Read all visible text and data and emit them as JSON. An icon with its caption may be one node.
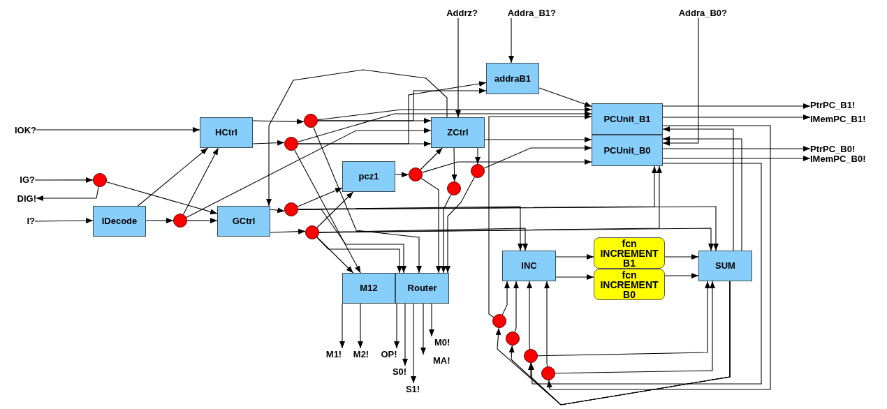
{
  "diagram": {
    "nodes": [
      {
        "text": [
          "IOK?"
        ]
      },
      {
        "text": [
          "IG?"
        ]
      },
      {
        "text": [
          "DIG!"
        ]
      },
      {
        "text": [
          "I?"
        ]
      },
      {
        "text": [
          "Addrz?"
        ]
      },
      {
        "text": [
          "Addra_B1?"
        ]
      },
      {
        "text": [
          "Addra_B0?"
        ]
      },
      {
        "text": [
          "HCtrl"
        ]
      },
      {
        "text": [
          "IDecode"
        ]
      },
      {
        "text": [
          "GCtrl"
        ]
      },
      {
        "text": [
          "addraB1"
        ]
      },
      {
        "text": [
          "ZCtrl"
        ]
      },
      {
        "text": [
          "pcz1"
        ]
      },
      {
        "text": [
          "PCUnit_B1"
        ]
      },
      {
        "text": [
          "PCUnit_B0"
        ]
      },
      {
        "text": [
          "M12"
        ]
      },
      {
        "text": [
          "Router"
        ]
      },
      {
        "text": [
          "INC"
        ]
      },
      {
        "text": [
          "fcn INCREMENT B1"
        ]
      },
      {
        "text": [
          "fcn INCREMENT B0"
        ]
      },
      {
        "text": [
          "SUM"
        ]
      },
      {
        "text": [
          "PtrPC_B1!"
        ]
      },
      {
        "text": [
          "IMemPC_B1!"
        ]
      },
      {
        "text": [
          "PtrPC_B0!"
        ]
      },
      {
        "text": [
          "IMemPC_B0!"
        ]
      },
      {
        "text": [
          "M1!"
        ]
      },
      {
        "text": [
          "M2!"
        ]
      },
      {
        "text": [
          "OP!"
        ]
      },
      {
        "text": [
          "S0!"
        ]
      },
      {
        "text": [
          "S1!"
        ]
      },
      {
        "text": [
          "MA!"
        ]
      },
      {
        "text": [
          "M0!"
        ]
      },
      {
        "text": [],
        "shape": "circle"
      },
      {
        "text": [],
        "shape": "circle"
      },
      {
        "text": [],
        "shape": "circle"
      },
      {
        "text": [],
        "shape": "circle"
      },
      {
        "text": [],
        "shape": "circle"
      },
      {
        "text": [],
        "shape": "circle"
      },
      {
        "text": [],
        "shape": "circle"
      },
      {
        "text": [],
        "shape": "circle"
      },
      {
        "text": [],
        "shape": "circle"
      },
      {
        "text": [],
        "shape": "circle"
      },
      {
        "text": [],
        "shape": "circle"
      },
      {
        "text": [],
        "shape": "circle"
      },
      {
        "text": [],
        "shape": "circle"
      }
    ],
    "edges": [
      {
        "from": 0,
        "to": 7,
        "arrow": "to"
      },
      {
        "from": 1,
        "to": 32,
        "arrow": "to"
      },
      {
        "from": 32,
        "to": 2,
        "arrow": "to"
      },
      {
        "from": 3,
        "to": 8,
        "arrow": "to"
      },
      {
        "from": 8,
        "to": 7,
        "arrow": "to"
      },
      {
        "from": 8,
        "to": 33,
        "arrow": "to"
      },
      {
        "from": 33,
        "to": 7,
        "arrow": "to"
      },
      {
        "from": 33,
        "to": 9,
        "arrow": "to"
      },
      {
        "from": 32,
        "to": 9,
        "arrow": "to"
      },
      {
        "from": 33,
        "to": 11,
        "arrow": "to"
      },
      {
        "from": 7,
        "to": 34,
        "arrow": "to"
      },
      {
        "from": 7,
        "to": 35,
        "arrow": "to"
      },
      {
        "from": 34,
        "to": 11,
        "arrow": "to"
      },
      {
        "from": 35,
        "to": 11,
        "arrow": "to"
      },
      {
        "from": 34,
        "to": 13,
        "arrow": "to"
      },
      {
        "from": 35,
        "to": 13,
        "arrow": "to"
      },
      {
        "from": 34,
        "to": 10,
        "arrow": "to"
      },
      {
        "from": 35,
        "to": 10,
        "arrow": "to"
      },
      {
        "from": 4,
        "to": 11,
        "arrow": "to"
      },
      {
        "from": 5,
        "to": 10,
        "arrow": "to"
      },
      {
        "from": 6,
        "to": 14,
        "arrow": "to"
      },
      {
        "from": 10,
        "to": 13,
        "arrow": "to"
      },
      {
        "from": 11,
        "to": 9,
        "arrow": "to"
      },
      {
        "from": 11,
        "to": 39,
        "arrow": "to"
      },
      {
        "from": 11,
        "to": 40,
        "arrow": "to"
      },
      {
        "from": 11,
        "to": 14,
        "arrow": "to"
      },
      {
        "from": 12,
        "to": 38,
        "arrow": "to"
      },
      {
        "from": 38,
        "to": 11,
        "arrow": "to"
      },
      {
        "from": 38,
        "to": 14,
        "arrow": "to"
      },
      {
        "from": 40,
        "to": 14,
        "arrow": "to"
      },
      {
        "from": 9,
        "to": 36,
        "arrow": "to"
      },
      {
        "from": 9,
        "to": 37,
        "arrow": "to"
      },
      {
        "from": 36,
        "to": 12,
        "arrow": "to"
      },
      {
        "from": 37,
        "to": 12,
        "arrow": "to"
      },
      {
        "from": 36,
        "to": 16,
        "arrow": "to"
      },
      {
        "from": 37,
        "to": 15,
        "arrow": "to"
      },
      {
        "from": 37,
        "to": 16,
        "arrow": "to"
      },
      {
        "from": 35,
        "to": 15,
        "arrow": "to"
      },
      {
        "from": 34,
        "to": 16,
        "arrow": "to"
      },
      {
        "from": 38,
        "to": 16,
        "arrow": "to"
      },
      {
        "from": 39,
        "to": 16,
        "arrow": "to"
      },
      {
        "from": 40,
        "to": 16,
        "arrow": "to"
      },
      {
        "from": 36,
        "to": 20,
        "arrow": "to"
      },
      {
        "from": 37,
        "to": 20,
        "arrow": "to"
      },
      {
        "from": 36,
        "to": 17,
        "arrow": "to"
      },
      {
        "from": 37,
        "to": 17,
        "arrow": "to"
      },
      {
        "from": 36,
        "to": 14,
        "arrow": "to"
      },
      {
        "from": 37,
        "to": 14,
        "arrow": "to"
      },
      {
        "from": 13,
        "to": 21,
        "arrow": "to"
      },
      {
        "from": 13,
        "to": 22,
        "arrow": "to"
      },
      {
        "from": 14,
        "to": 23,
        "arrow": "to"
      },
      {
        "from": 14,
        "to": 24,
        "arrow": "to"
      },
      {
        "from": 17,
        "to": 18,
        "arrow": "to"
      },
      {
        "from": 17,
        "to": 19,
        "arrow": "to"
      },
      {
        "from": 18,
        "to": 20,
        "arrow": "to"
      },
      {
        "from": 19,
        "to": 20,
        "arrow": "to"
      },
      {
        "from": 15,
        "to": 25,
        "arrow": "to"
      },
      {
        "from": 15,
        "to": 26,
        "arrow": "to"
      },
      {
        "from": 16,
        "to": 27,
        "arrow": "to"
      },
      {
        "from": 16,
        "to": 28,
        "arrow": "to"
      },
      {
        "from": 16,
        "to": 29,
        "arrow": "to"
      },
      {
        "from": 16,
        "to": 30,
        "arrow": "to"
      },
      {
        "from": 16,
        "to": 31,
        "arrow": "to"
      },
      {
        "from": 41,
        "to": 17,
        "arrow": "to"
      },
      {
        "from": 42,
        "to": 17,
        "arrow": "to"
      },
      {
        "from": 43,
        "to": 17,
        "arrow": "to"
      },
      {
        "from": 44,
        "to": 17,
        "arrow": "to"
      },
      {
        "from": 43,
        "to": 20,
        "arrow": "to"
      },
      {
        "from": 44,
        "to": 20,
        "arrow": "to"
      },
      {
        "from": 20,
        "to": 41,
        "arrow": "to"
      },
      {
        "from": 20,
        "to": 42,
        "arrow": "to"
      },
      {
        "from": 20,
        "to": 43,
        "arrow": "to"
      },
      {
        "from": 13,
        "to": 44,
        "arrow": "to"
      },
      {
        "from": 14,
        "to": 43,
        "arrow": "to"
      },
      {
        "from": 20,
        "to": 13,
        "arrow": "to"
      },
      {
        "from": 20,
        "to": 14,
        "arrow": "to"
      },
      {
        "from": 41,
        "to": 13,
        "arrow": "to"
      }
    ]
  }
}
